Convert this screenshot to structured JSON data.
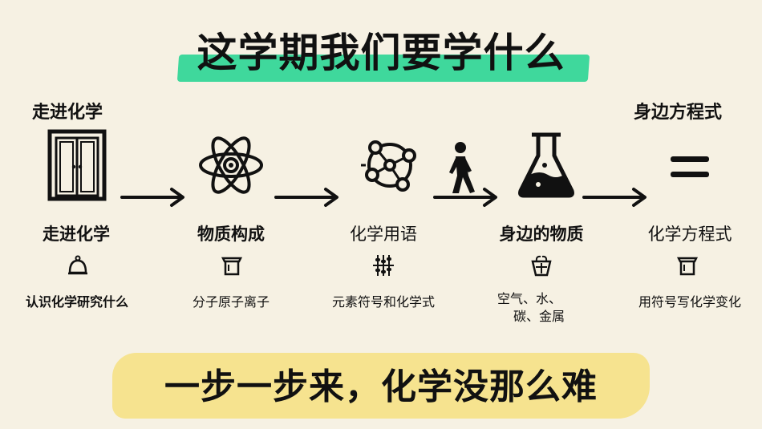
{
  "header": {
    "title": "这学期我们要学什么"
  },
  "top_labels": {
    "left": "走进化学",
    "right": "身边方程式"
  },
  "stages": [
    {
      "title": "走进化学",
      "desc": "认识化学研究什么",
      "big_icon": "door-icon",
      "small_icon": "dome-icon"
    },
    {
      "title": "物质构成",
      "desc": "分子原子离子",
      "big_icon": "atom-icon",
      "small_icon": "mortar-icon"
    },
    {
      "title": "化学用语",
      "desc": "元素符号和化学式",
      "big_icon": "molecule-icon",
      "small_icon": "abacus-icon"
    },
    {
      "title": "身边的物质",
      "desc_line1": "空气、水、",
      "desc_line2": "碳、金属",
      "big_icon": "walking-person-icon",
      "small_icon": "basket-icon"
    },
    {
      "title": "化学方程式",
      "desc": "用符号写化学变化",
      "big_icon": "equals-icon",
      "small_icon": "mortar-icon"
    }
  ],
  "middle_icon": "flask-icon",
  "footer": {
    "slogan": "一步一步来，化学没那么难"
  },
  "colors": {
    "title_highlight": "#3fd89c",
    "slogan_highlight": "#f6e28a",
    "background": "#f6f1e3"
  }
}
